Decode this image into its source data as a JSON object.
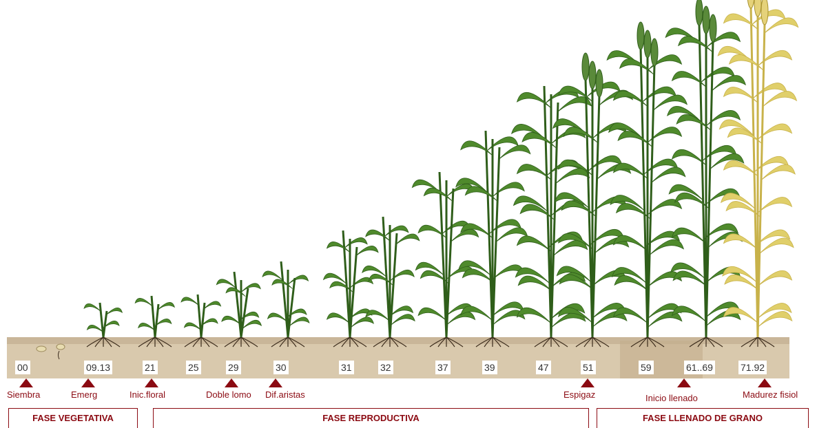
{
  "colors": {
    "soil_top": "#c9b699",
    "soil": "#d4c3a8",
    "leaf": "#4f8a2c",
    "leaf_dark": "#2f5e1a",
    "mature": "#e0cf6a",
    "root": "#3a2a1a",
    "accent": "#8b0a12"
  },
  "codes": [
    "00",
    "09.13",
    "21",
    "25",
    "29",
    "30",
    "31",
    "32",
    "37",
    "39",
    "47",
    "51",
    "59",
    "61..69",
    "71.92"
  ],
  "events": [
    "Siembra",
    "Emerg",
    "Inic.floral",
    "Doble lomo",
    "Dif.aristas",
    "Espigaz",
    "Inicio llenado",
    "Madurez fisiol"
  ],
  "phases": [
    "FASE VEGETATIVA",
    "FASE REPRODUCTIVA",
    "FASE LLENADO DE GRANO"
  ]
}
